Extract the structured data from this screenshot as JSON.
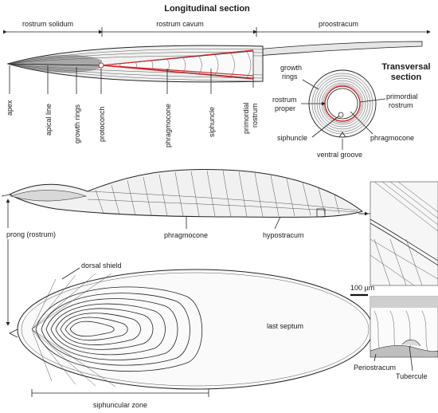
{
  "titles": {
    "longitudinal": "Longitudinal section",
    "transversal_1": "Transversal",
    "transversal_2": "section"
  },
  "top_regions": {
    "rostrum_solidum": "rostrum solidum",
    "rostrum_cavum": "rostrum cavum",
    "proostracum": "proostracum"
  },
  "longitudinal_labels": {
    "apex": "apex",
    "apical_line": "apical line",
    "growth_rings": "growth rings",
    "protoconch": "protoconch",
    "phragmocone": "phragmocone",
    "siphuncle": "siphuncle",
    "primordial_rostrum_1": "primordial",
    "primordial_rostrum_2": "rostrum"
  },
  "transversal_labels": {
    "growth_rings_1": "growth",
    "growth_rings_2": "rings",
    "rostrum_proper_1": "rostrum",
    "rostrum_proper_2": "proper",
    "primordial_rostrum_1": "primordial",
    "primordial_rostrum_2": "rostrum",
    "siphuncle": "siphuncle",
    "phragmocone": "phragmocone",
    "ventral_groove": "ventral groove"
  },
  "middle_labels": {
    "phragmocone": "phragmocone",
    "hypostracum": "hypostracum",
    "prong_rostrum": "prong (rostrum)"
  },
  "bottom_labels": {
    "dorsal_shield": "dorsal shield",
    "last_septum": "last septum",
    "siphuncular_zone": "siphuncular zone"
  },
  "detail_labels": {
    "scale_bar": "100 µm",
    "periostracum": "Periostracum",
    "tubercule": "Tubercule"
  },
  "colors": {
    "line": "#222222",
    "accent_red": "#d0262b",
    "fill": "#f1f1f1"
  }
}
